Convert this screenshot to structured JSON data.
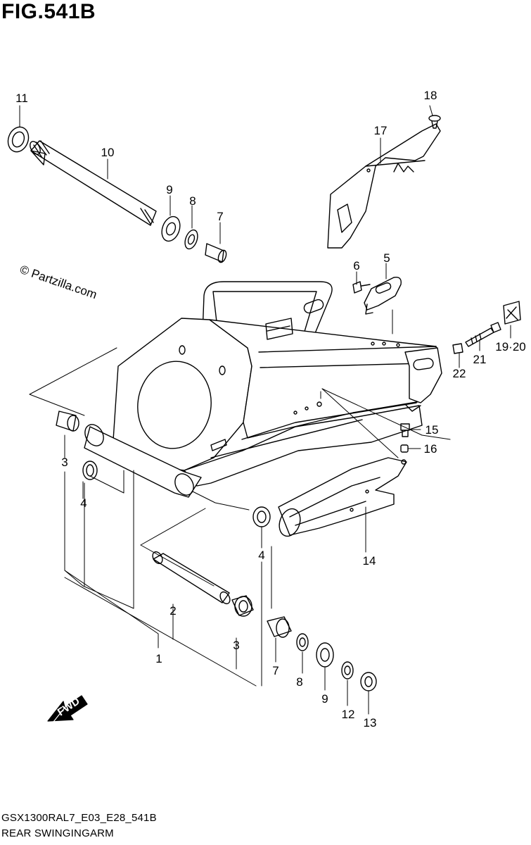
{
  "figure": {
    "title": "FIG.541B",
    "code": "GSX1300RAL7_E03_E28_541B",
    "name": "REAR SWINGINGARM",
    "watermark": "© Partzilla.com"
  },
  "direction": {
    "label": "FWD"
  },
  "callouts": [
    "1",
    "2",
    "3",
    "3",
    "4",
    "4",
    "5",
    "6",
    "7",
    "7",
    "8",
    "8",
    "9",
    "9",
    "10",
    "11",
    "12",
    "13",
    "14",
    "15",
    "16",
    "17",
    "18",
    "19·20",
    "21",
    "22"
  ],
  "colors": {
    "line": "#000000",
    "background": "#ffffff"
  }
}
